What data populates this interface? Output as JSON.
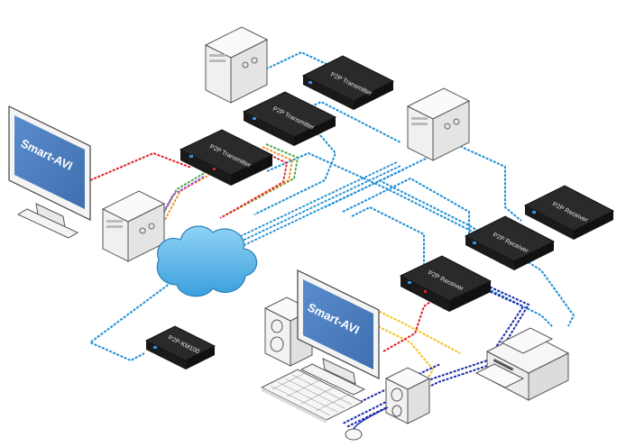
{
  "devices": {
    "transmitter_top": "P2P Transmitter",
    "transmitter_mid": "P2P Transmitter",
    "transmitter_left": "P2P Transmitter",
    "receiver_right": "P2P Receiver",
    "receiver_mid": "P2P Receiver",
    "receiver_front": "P2P Receiver",
    "km_switch": "P2P-KM100"
  },
  "monitors": {
    "left_brand": "Smart-AVI",
    "front_brand": "Smart-AVI"
  },
  "colors": {
    "network": "#1e8fd6",
    "video": "#e0202a",
    "audio": "#f2c21b",
    "usb": "#1a2aa8",
    "green": "#3aa63a",
    "orange": "#f08a1c",
    "purple": "#a43bd6",
    "cloud": "#5bb8e8"
  }
}
